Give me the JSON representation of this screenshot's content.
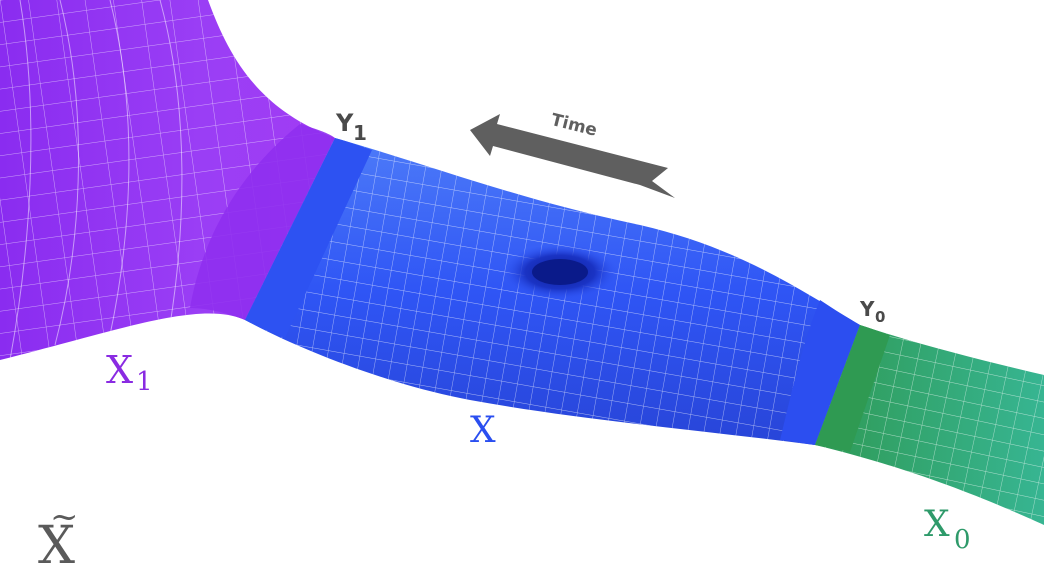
{
  "labels": {
    "x1": "X",
    "x1_sub": "1",
    "x": "X",
    "x0": "X",
    "x0_sub": "0",
    "xtilde": "X",
    "xtilde_mark": "~",
    "y1": "Y",
    "y1_sub": "1",
    "y0": "Y",
    "y0_sub": "0",
    "arrow": "Time"
  },
  "colors": {
    "purple": "#9030f2",
    "blue": "#2f55f5",
    "green": "#2fa86c",
    "gray": "#5f5f5f",
    "label_gray": "#4a4a4a",
    "label_purple": "#8a2be2",
    "label_blue": "#2a4ef0",
    "label_green": "#2e9a6a"
  }
}
